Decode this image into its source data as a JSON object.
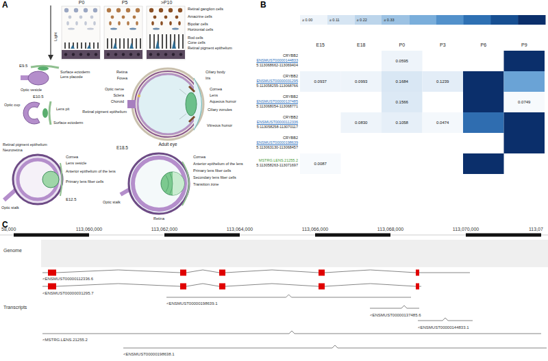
{
  "diagram": {
    "labels": [
      "A",
      "P0",
      "P5",
      ">P10",
      "Light",
      "Retinal ganglion cells",
      "Amacrine cells",
      "Bipolar cells",
      "Horizontal cells",
      "Rod cells",
      "Cone cells",
      "Retinal pigment epithelium",
      "E9.5",
      "Surface ectoderm",
      "Lens placode",
      "Optic vesicle",
      "Optic cup",
      "Lens pit",
      "Surface ectoderm",
      "E10.5",
      "Retina",
      "Fovea",
      "Optic nerve",
      "Sclera",
      "Choroid",
      "Retinal pigment epithelium",
      "Ciliary body",
      "Iris",
      "Cornea",
      "Lens",
      "Aqueous humor",
      "Ciliary zonules",
      "Vitreous humor",
      "Adult eye",
      "Retinal pigment epithelium",
      "Neuroretina",
      "Optic stalk",
      "Cornea",
      "Lens vesicle",
      "Anterior epithelium of the lens",
      "Primary lens fiber cells",
      "E12.5",
      "Optic stalk",
      "Retina",
      "Cornea",
      "Anterior epithelium of the lens",
      "Primary lens fiber cells",
      "Secondary lens fiber cells",
      "Transition zone",
      "E18.5",
      "B",
      "E15",
      "E18",
      "P0",
      "P3",
      "P6",
      "P9",
      "CRYBB2",
      "ENSMUST00000144833",
      "5:113068662-113069404",
      "0.0595",
      "CRYBB2",
      "ENSMUST00000031295",
      "5:113058255-113068766",
      "0.0937",
      "0.0993",
      "0.1684",
      "0.1239",
      "CRYBB2",
      "ENSMUST00000137485",
      "5:113068054-113068771",
      "0.1566",
      "0.0749",
      "CRYBB2",
      "ENSMUST00000112336",
      "5:113058258-113070117",
      "0.0830",
      "0.1058",
      "0.0474",
      "CRYBB2",
      "ENSMUST00000198639",
      "5:113063130-113068457",
      "MSTRG.LENS.21255.2",
      "5:113058263-113071697",
      "0.0087",
      "C",
      "58,000",
      "113,060,000",
      "113,062,000",
      "113,064,000",
      "113,066,000",
      "113,068,000",
      "113,070,000",
      "113,07",
      "Genome",
      "Transcripts",
      "<ENSMUST00000112336.6",
      "<ENSMUST00000031295.7",
      "<ENSMUST00000198639.1",
      "<ENSMUST00000137485.6",
      "<ENSMUST00000144833.1",
      "<MSTRG.LENS.21255.2",
      "<ENSMUST00000198638.1"
    ],
    "legend": [
      {
        "text": "≥ 0.00",
        "color": "#eef4fa"
      },
      {
        "text": "≥ 0.11",
        "color": "#d6e5f3"
      },
      {
        "text": "≥ 0.22",
        "color": "#bcd5eb"
      },
      {
        "text": "≥ 0.33",
        "color": "#9cc2e3"
      }
    ]
  }
}
